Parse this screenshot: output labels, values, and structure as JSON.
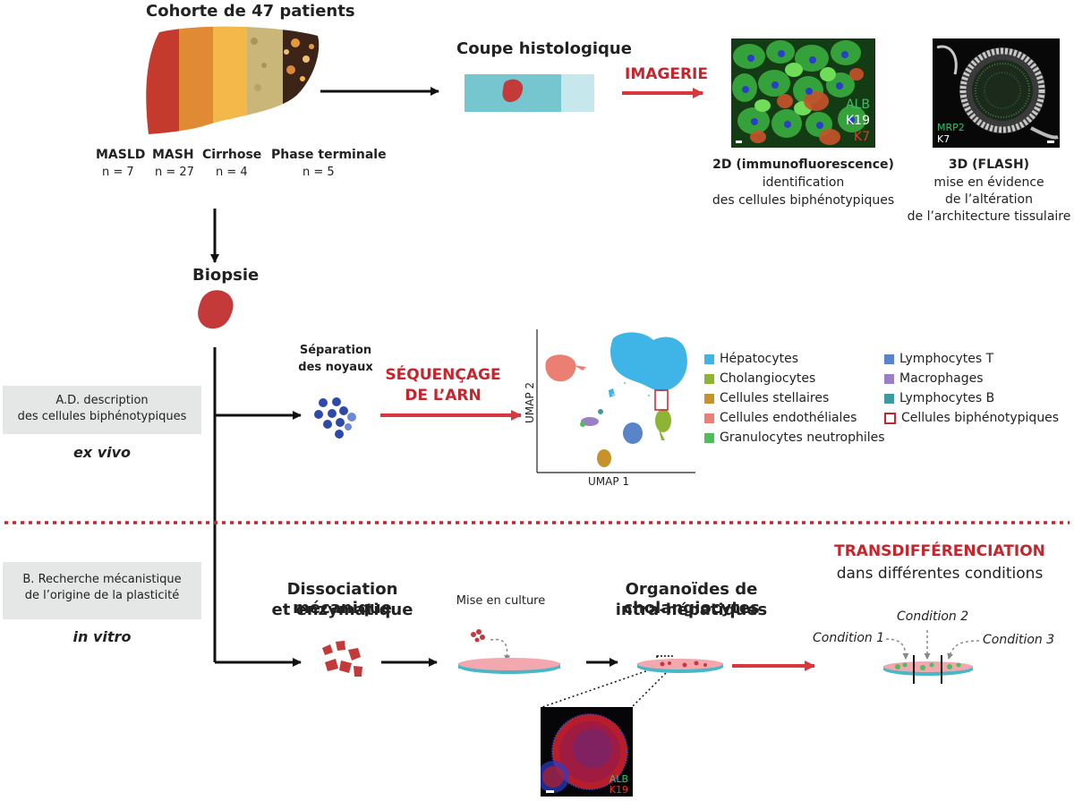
{
  "cohort": {
    "title": "Cohorte de 47 patients",
    "stages": [
      {
        "name": "MASLD",
        "n": "n = 7"
      },
      {
        "name": "MASH",
        "n": "n = 27"
      },
      {
        "name": "Cirrhose",
        "n": "n = 4"
      },
      {
        "name": "Phase terminale",
        "n": "n = 5"
      }
    ]
  },
  "histology": {
    "title": "Coupe histologique",
    "imaging": "IMAGERIE"
  },
  "image2d": {
    "markers": [
      "ALB",
      "K19",
      "K7"
    ],
    "title": "2D (immunofluorescence)",
    "desc1": "identification",
    "desc2": "des cellules biphénotypiques"
  },
  "image3d": {
    "markers": [
      "MRP2",
      "K7"
    ],
    "title": "3D (FLASH)",
    "desc1": "mise en évidence",
    "desc2": "de l’altération",
    "desc3": "de l’architecture tissulaire"
  },
  "biopsy": "Biopsie",
  "sectionA": {
    "box1": "A.D. description",
    "box2": "des cellules biphénotypiques",
    "tag": "ex vivo",
    "nuclei1": "Séparation",
    "nuclei2": "des noyaux",
    "seq1": "SÉQUENÇAGE",
    "seq2": "DE L’ARN"
  },
  "umap": {
    "xlabel": "UMAP 1",
    "ylabel": "UMAP 2",
    "legend_left": [
      {
        "label": "Hépatocytes",
        "color": "#3fb4e6"
      },
      {
        "label": "Cholangiocytes",
        "color": "#8db533"
      },
      {
        "label": "Cellules stellaires",
        "color": "#c7922c"
      },
      {
        "label": "Cellules endothéliales",
        "color": "#ec7f73"
      },
      {
        "label": "Granulocytes neutrophiles",
        "color": "#4fbd5a"
      }
    ],
    "legend_right": [
      {
        "label": "Lymphocytes T",
        "color": "#5a84c9"
      },
      {
        "label": "Macrophages",
        "color": "#9a7fc4"
      },
      {
        "label": "Lymphocytes B",
        "color": "#3e9a9e"
      },
      {
        "label": "Cellules biphénotypiques",
        "color": "#c4262e"
      }
    ]
  },
  "sectionB": {
    "box1": "B. Recherche mécanistique",
    "box2": "de l’origine de la plasticité",
    "tag": "in vitro",
    "dissoc1": "Dissociation mécanique",
    "dissoc2": "et enzymatique",
    "culture": "Mise en culture",
    "organoids1": "Organoïdes de cholangiocytes",
    "organoids2": "intra-hépatiques",
    "trans1": "TRANSDIFFÉRENCIATION",
    "trans2": "dans différentes conditions",
    "cond1": "Condition 1",
    "cond2": "Condition 2",
    "cond3": "Condition 3",
    "organoid_markers": [
      "ALB",
      "K19"
    ]
  }
}
